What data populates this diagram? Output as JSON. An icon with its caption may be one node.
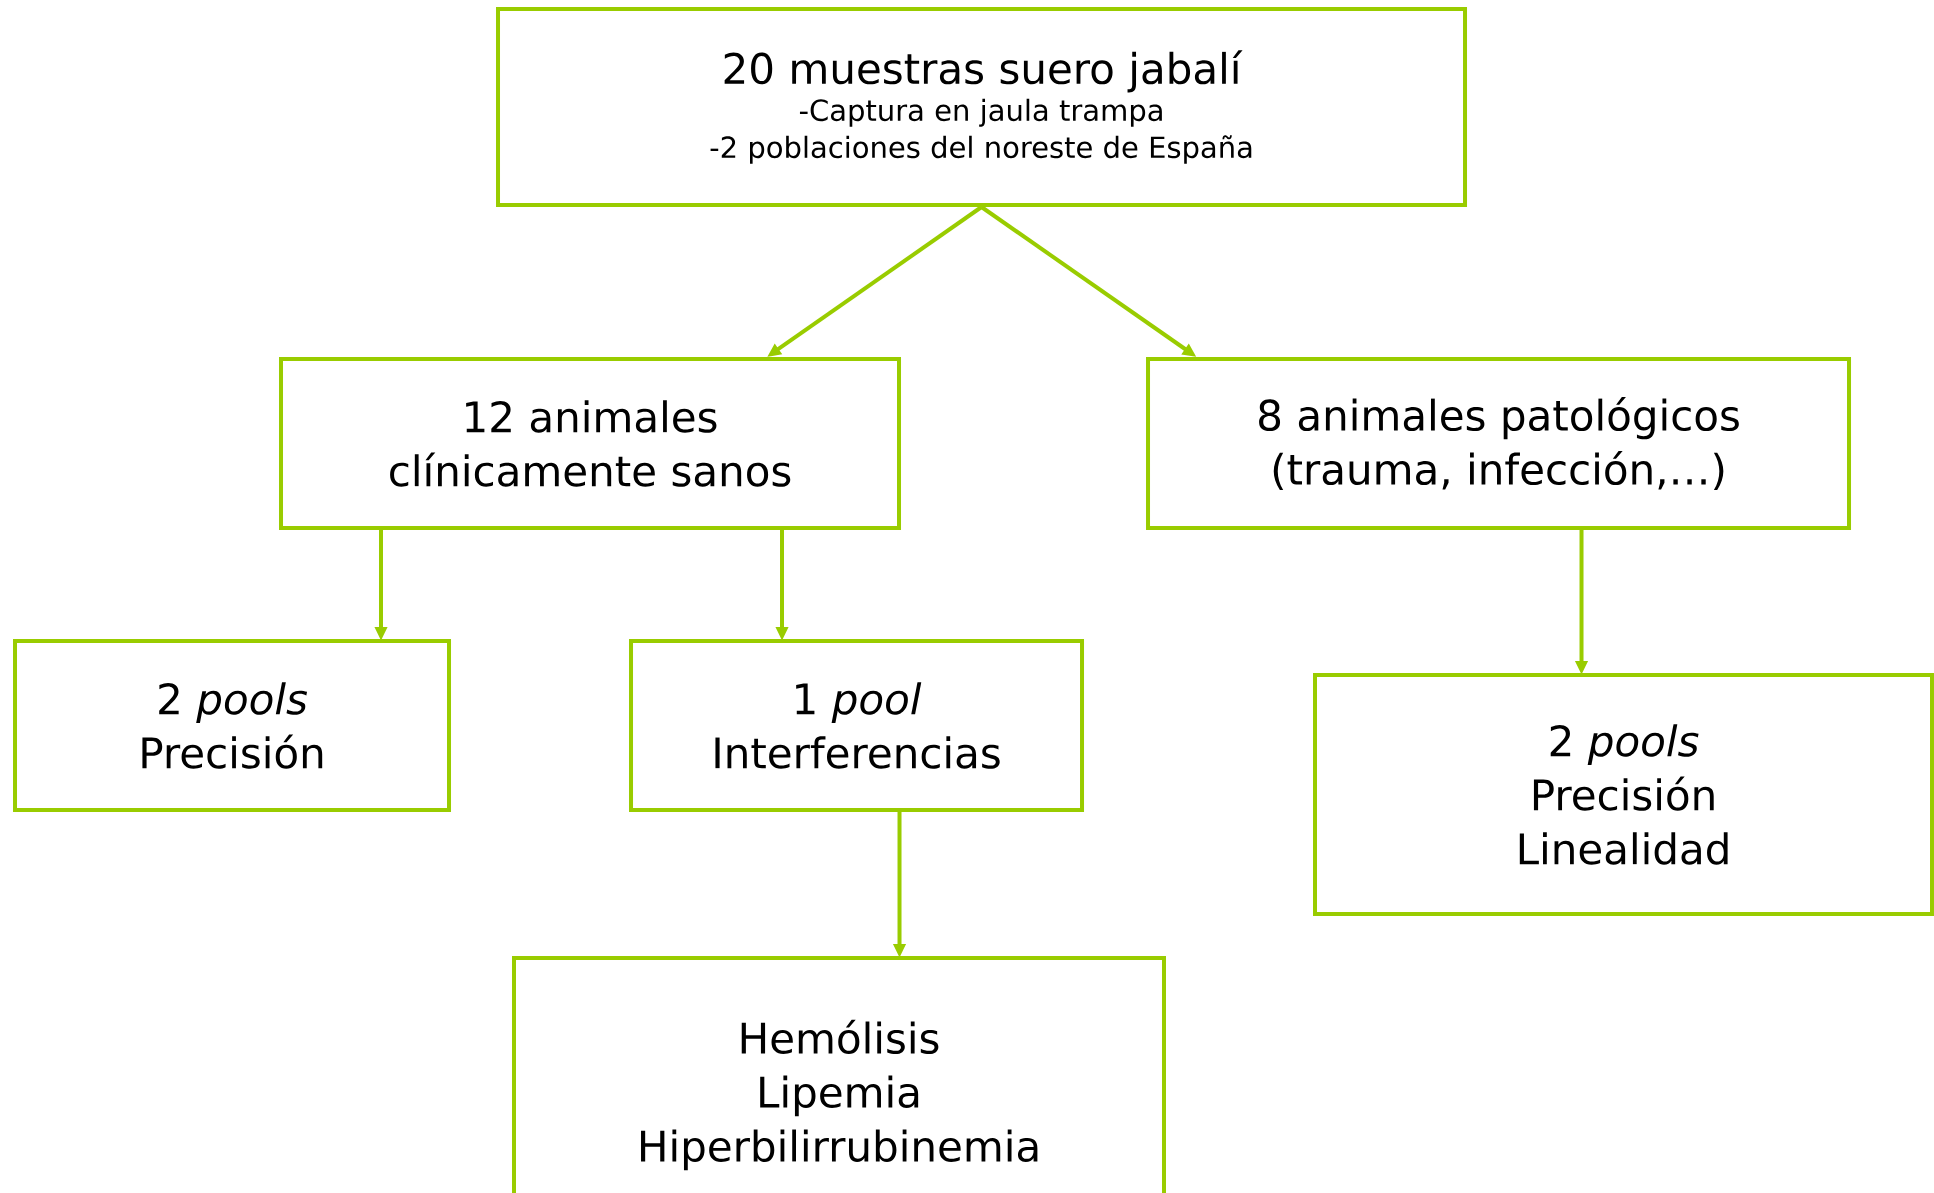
{
  "diagram": {
    "nodes": [
      {
        "text": [
          "20 muestras suero jabalí",
          "-Captura en jaula trampa",
          "-2 poblaciones del noreste de España"
        ]
      },
      {
        "text": [
          "12 animales clínicamente sanos"
        ]
      },
      {
        "text": [
          "8 animales patológicos (trauma, infección,…)"
        ]
      },
      {
        "text": [
          "2 *pools*",
          "Precisión"
        ]
      },
      {
        "text": [
          "1 *pool*",
          "Interferencias"
        ]
      },
      {
        "text": [
          "2 *pools*",
          "Precisión",
          "Linealidad"
        ]
      },
      {
        "text": [
          "Hemólisis",
          "Lipemia",
          "Hiperbilirrubinemia"
        ]
      }
    ],
    "edges": [
      {
        "from": 0,
        "to": 1,
        "arrow": "to"
      },
      {
        "from": 0,
        "to": 2,
        "arrow": "to"
      },
      {
        "from": 1,
        "to": 3,
        "arrow": "to"
      },
      {
        "from": 1,
        "to": 4,
        "arrow": "to"
      },
      {
        "from": 2,
        "to": 5,
        "arrow": "to"
      },
      {
        "from": 4,
        "to": 6,
        "arrow": "to"
      }
    ]
  }
}
